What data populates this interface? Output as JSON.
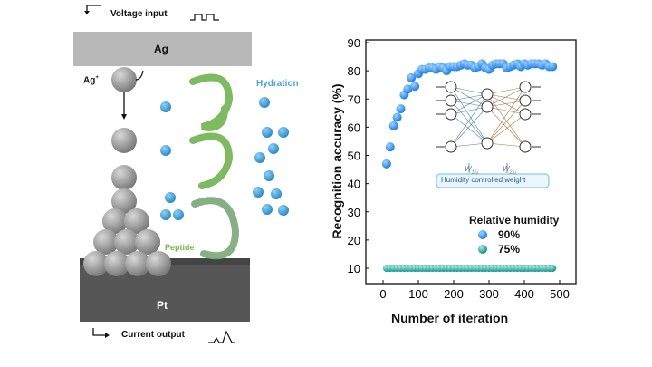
{
  "diagram": {
    "voltage_input": "Voltage input",
    "top_electrode": "Ag",
    "ion_label": "Ag",
    "ion_charge": "+",
    "hydration_label": "Hydration",
    "peptide_label": "Peptide",
    "bottom_electrode": "Pt",
    "current_output": "Current output",
    "colors": {
      "water": "#3fa2d8",
      "peptide": "#6fb34f",
      "ag": "#bdbdbd",
      "pt": "#555555"
    }
  },
  "chart_data": {
    "type": "scatter",
    "xlabel": "Number of iteration",
    "ylabel": "Recognition accuracy (%)",
    "xlim": [
      -20,
      520
    ],
    "ylim": [
      5,
      90
    ],
    "xticks": [
      0,
      100,
      200,
      300,
      400,
      500
    ],
    "yticks": [
      10,
      20,
      30,
      40,
      50,
      60,
      70,
      80,
      90
    ],
    "legend_title": "Relative humidity",
    "legend_position": "lower-right",
    "series": [
      {
        "name": "90%",
        "color": "#2f8fe8",
        "x": [
          10,
          20,
          30,
          40,
          50,
          60,
          70,
          80,
          90,
          100,
          110,
          120,
          130,
          140,
          150,
          160,
          170,
          180,
          190,
          200,
          210,
          220,
          230,
          240,
          250,
          260,
          270,
          280,
          290,
          300,
          310,
          320,
          330,
          340,
          350,
          360,
          370,
          380,
          390,
          400,
          410,
          420,
          430,
          440,
          450,
          460,
          470,
          480
        ],
        "y": [
          47,
          53,
          60.5,
          63.5,
          66.5,
          71.5,
          73.5,
          77.5,
          74.5,
          79,
          80.5,
          80.5,
          81,
          81,
          80.5,
          81.5,
          81,
          80,
          81.5,
          81.5,
          81.5,
          82,
          82.5,
          82,
          82,
          81,
          81.5,
          82.5,
          81,
          80.5,
          82,
          82.5,
          82.5,
          82.5,
          81,
          81.5,
          82,
          82.5,
          81.5,
          82.5,
          82,
          82.5,
          82.5,
          82.5,
          82,
          82.5,
          81.5,
          81.5
        ]
      },
      {
        "name": "75%",
        "color": "#1fa39a",
        "x": [
          10,
          20,
          30,
          40,
          50,
          60,
          70,
          80,
          90,
          100,
          110,
          120,
          130,
          140,
          150,
          160,
          170,
          180,
          190,
          200,
          210,
          220,
          230,
          240,
          250,
          260,
          270,
          280,
          290,
          300,
          310,
          320,
          330,
          340,
          350,
          360,
          370,
          380,
          390,
          400,
          410,
          420,
          430,
          440,
          450,
          460,
          470,
          480
        ],
        "y": [
          10,
          10,
          10,
          10,
          10,
          10,
          10,
          10,
          10,
          10,
          10,
          10,
          10,
          10,
          10,
          10,
          10,
          10,
          10,
          10,
          10,
          10,
          10,
          10,
          10,
          10,
          10,
          10,
          10,
          10,
          10,
          10,
          10,
          10,
          10,
          10,
          10,
          10,
          10,
          10,
          10,
          10,
          10,
          10,
          10,
          10,
          10,
          10
        ]
      }
    ],
    "inset": {
      "weight_1": "W",
      "weight_1_sub": "1,i,j",
      "weight_2": "W",
      "weight_2_sub": "2,i,j",
      "caption": "Humidity controlled weight"
    }
  }
}
